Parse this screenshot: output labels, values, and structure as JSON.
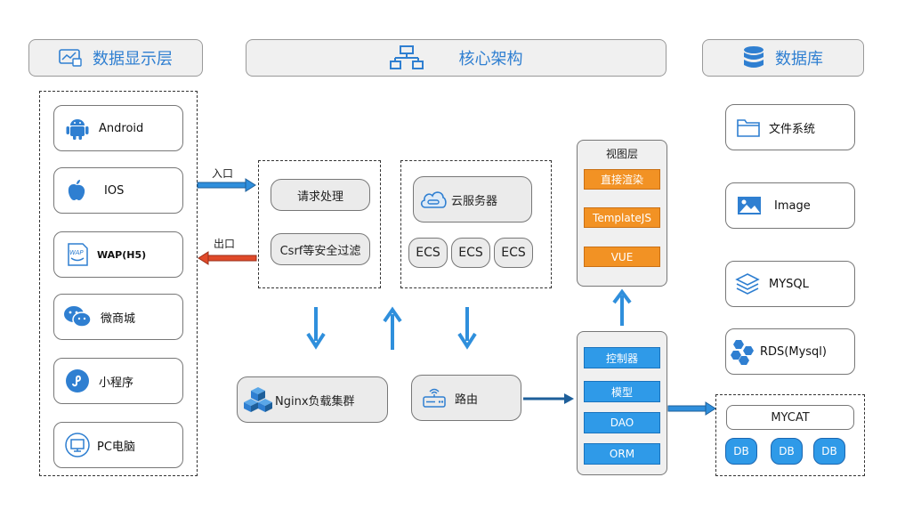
{
  "colors": {
    "accent": "#2f7fd1",
    "orange": "#f29224",
    "blue": "#2f9ae8",
    "red": "#e04a2a"
  },
  "headers": {
    "display": "数据显示层",
    "core": "核心架构",
    "database": "数据库"
  },
  "clients": [
    "Android",
    "IOS",
    "WAP(H5)",
    "微商城",
    "小程序",
    "PC电脑"
  ],
  "arrows": {
    "entry": "入口",
    "exit": "出口"
  },
  "gateway": {
    "request": "请求处理",
    "csrf": "Csrf等安全过滤"
  },
  "cloud": {
    "title": "云服务器",
    "ecs": [
      "ECS",
      "ECS",
      "ECS"
    ]
  },
  "view": {
    "title": "视图层",
    "items": [
      "直接渲染",
      "TemplateJS",
      "VUE"
    ]
  },
  "controller": {
    "items": [
      "控制器",
      "模型",
      "DAO",
      "ORM"
    ]
  },
  "nginx": "Nginx负载集群",
  "router": "路由",
  "storage": [
    "文件系统",
    "Image",
    "MYSQL",
    "RDS(Mysql)"
  ],
  "mycat": {
    "title": "MYCAT",
    "dbs": [
      "DB",
      "DB",
      "DB"
    ]
  }
}
